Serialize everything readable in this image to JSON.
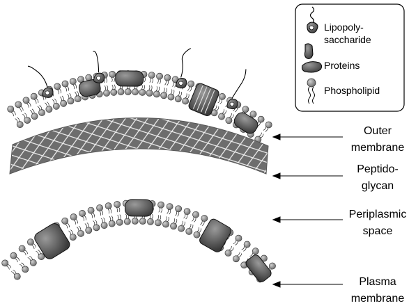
{
  "legend": {
    "items": [
      {
        "icon": "lipopolysaccharide-icon",
        "label_line1": "Lipopoly-",
        "label_line2": "saccharide"
      },
      {
        "icon": "protein-icon",
        "label": "Proteins"
      },
      {
        "icon": "phospholipid-icon",
        "label": "Phospholipid"
      }
    ]
  },
  "labels": [
    {
      "id": "outer-membrane",
      "line1": "Outer",
      "line2": "membrane"
    },
    {
      "id": "peptidoglycan",
      "line1": "Peptido-",
      "line2": "glycan"
    },
    {
      "id": "periplasmic-space",
      "line1": "Periplasmic",
      "line2": "space"
    },
    {
      "id": "plasma-membrane",
      "line1": "Plasma",
      "line2": "membrane"
    }
  ],
  "colors": {
    "lipid_head": "#8a8a8a",
    "protein": "#555555",
    "peptidoglycan": "#6d6d6d",
    "mesh": "#f2f2f2",
    "outline": "#1a1a1a"
  }
}
